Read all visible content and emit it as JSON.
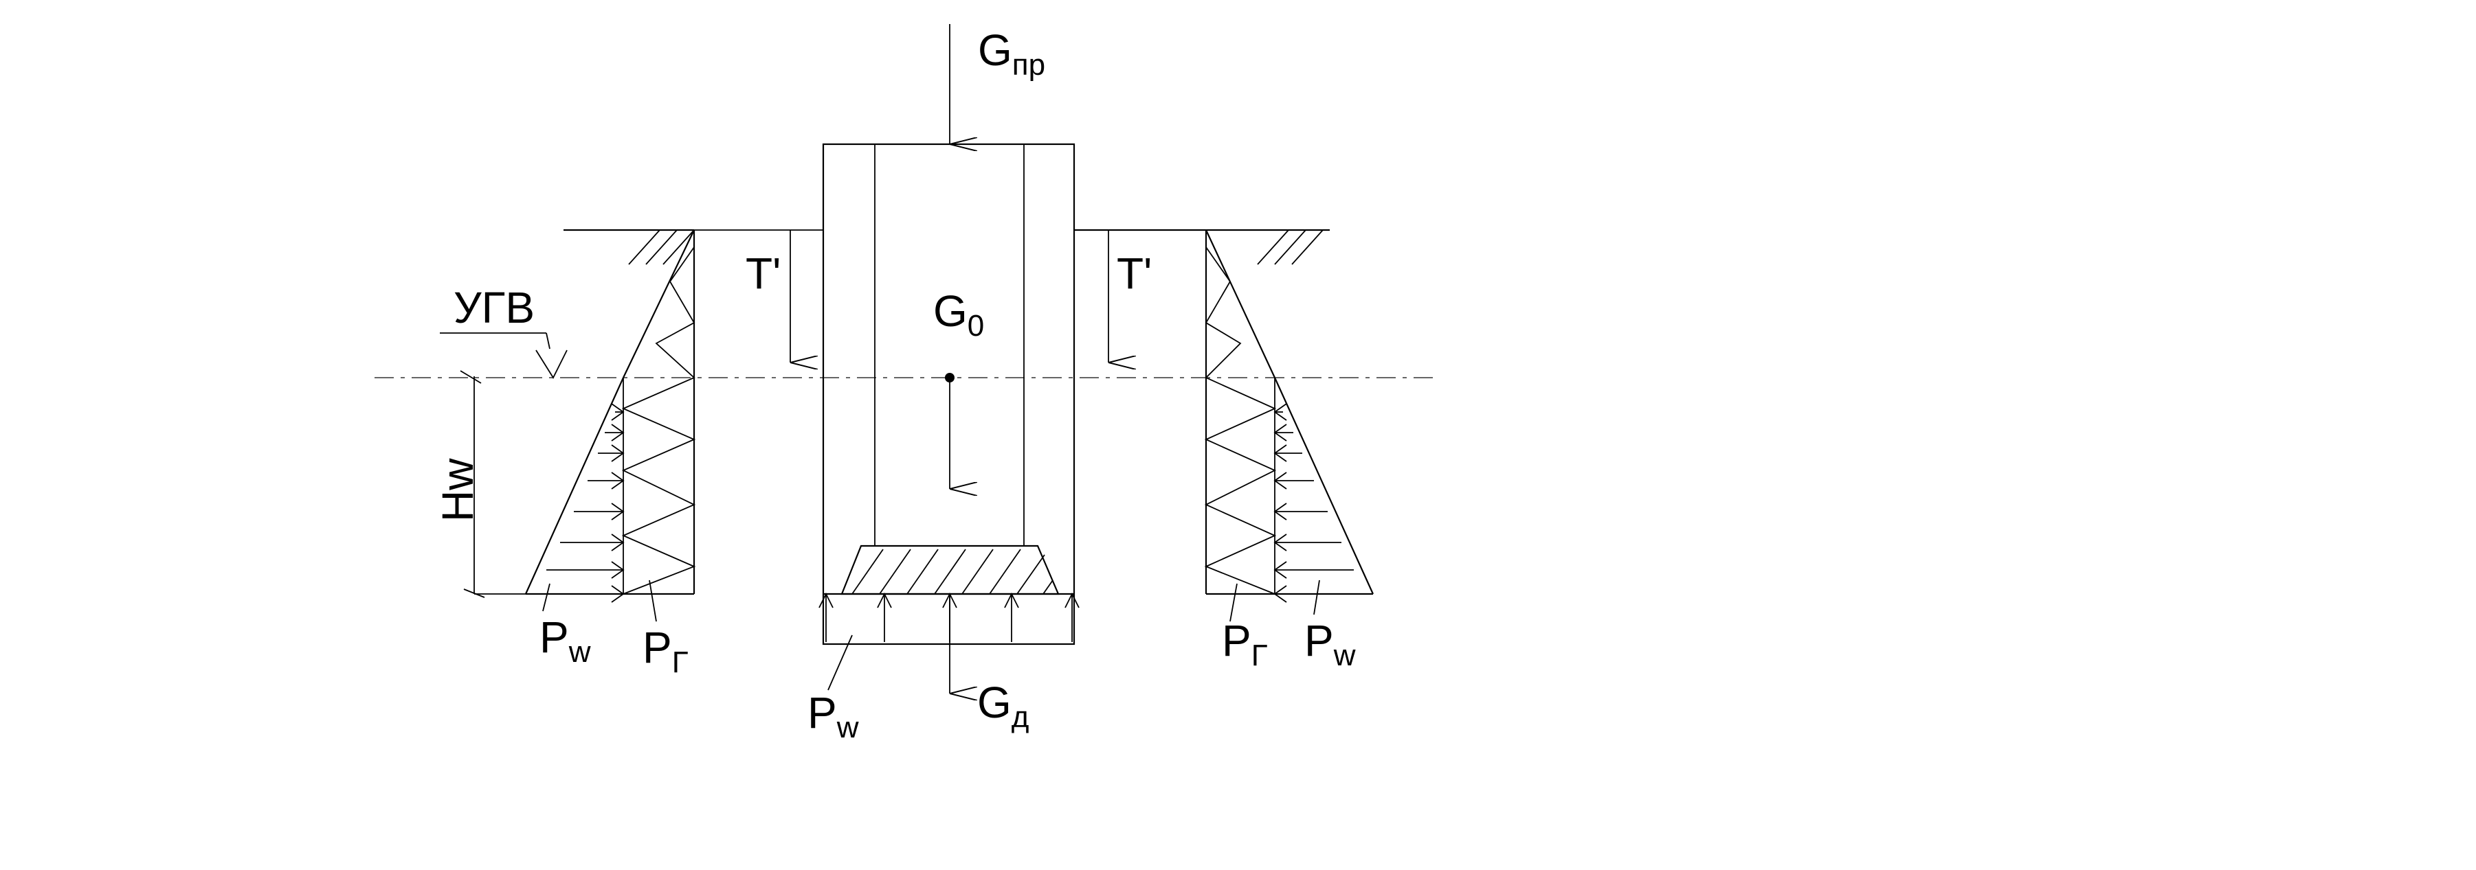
{
  "labels": {
    "g_pr": {
      "main": "G",
      "sub": "пр"
    },
    "g_0": {
      "main": "G",
      "sub": "0"
    },
    "g_d": {
      "main": "G",
      "sub": "д"
    },
    "t_left": "T'",
    "t_right": "T'",
    "ugv": "УГВ",
    "hw": "Hw",
    "pw_left": {
      "main": "P",
      "sub": "w"
    },
    "pg_left": {
      "main": "P",
      "sub": "Г"
    },
    "pw_bottom": {
      "main": "P",
      "sub": "w"
    },
    "pg_right": {
      "main": "P",
      "sub": "Г"
    },
    "pw_right": {
      "main": "P",
      "sub": "w"
    }
  }
}
